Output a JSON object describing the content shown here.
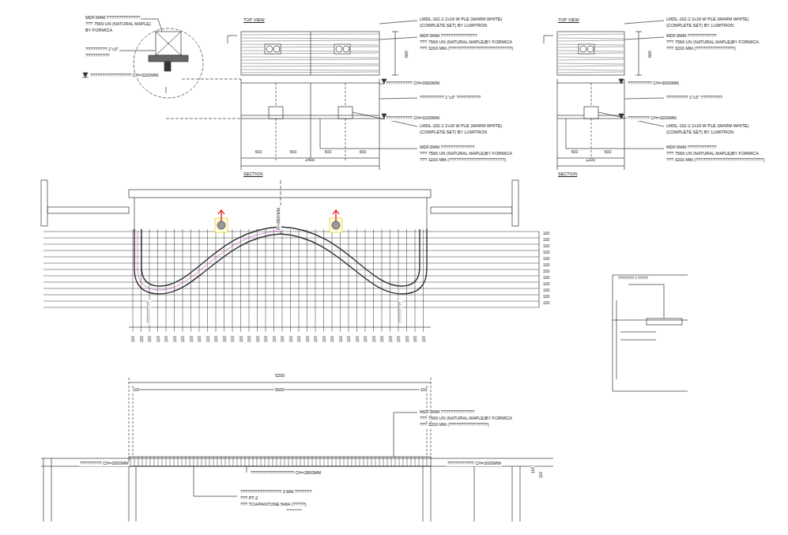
{
  "diagram": {
    "labels": [
      "MDF.9MM.??????????????",
      "??? 7569 UN (NATURAL MAPLE)",
      "BY FORMICA",
      "????????? 1\"x3\"",
      "??????????",
      "????????????????? CH=3200MM.",
      "TOP VIEW",
      "LMDL-162-2 2x16 W PLE (WARM WHITE)",
      "(COMPLETE SET) BY LUMITRON",
      "MDF.9MM.???????????????",
      "??? 7566 UN (NATURAL MAPLE)BY FORMICA",
      "??? 3200 MM.(??????????????????????????)",
      "600",
      "??????????? CH=3900MM.",
      "?????????? 1\"x3\" ??????????",
      "??????????? CH=3200MM.",
      "LMDL-162-2 2x16 W PLE (WARM WHITE)",
      "(COMPLETE SET) BY LUMITRON",
      "MDF.9MM.??????????????",
      "??? 7566 UN (NATURAL MAPLE)BY FORMICA",
      "??? 3200 MM.(???????????????????????)",
      "600",
      "600",
      "600",
      "600",
      "2400",
      "SECTION",
      "TOP VIEW",
      "LMDL-162-2 2x16 W PLE (WARM WHITE)",
      "(COMPLETE SET) BY LUMITRON",
      "MDF.9MM.????????????",
      "??? 7566 UN (NATURAL MAPLE)BY FORMICA",
      "??? 3200 MM.(????????????????)",
      "600",
      "?????????? CH=3900MM.",
      "????????? 1\"x3\" ?????????",
      "????????? CH=3200MM.",
      "LMDL-162-2 2x16 W PLE (WARM WHITE)",
      "(COMPLETE SET) BY LUMITRON",
      "MDF.9MM.????????????",
      "??? 7566 UN (NATURAL MAPLE)BY FORMICA",
      "??? 3200 MM.(????????????????????????????)",
      "600",
      "600",
      "1200",
      "SECTION",
      "R=2600MM.",
      "100",
      "100",
      "100",
      "100",
      "100",
      "100",
      "100",
      "100",
      "100",
      "100",
      "100",
      "100",
      "100",
      "100",
      "100",
      "100",
      "100",
      "100",
      "100",
      "100",
      "100",
      "100",
      "100",
      "100",
      "100",
      "100",
      "100",
      "100",
      "100",
      "100",
      "100",
      "100",
      "100",
      "100",
      "100",
      "100",
      "100",
      "100",
      "100",
      "100",
      "100",
      "100",
      "100",
      "100",
      "100",
      "100",
      "100",
      "100",
      "??????????",
      "??????????",
      "???????? ?-?????",
      "5200",
      "5000",
      "100",
      "100",
      "MDF.9MM.??????????????",
      "??? 7566 UN (NATURAL MAPLE)BY FORMICA",
      "??? 3200 MM.(????????????????)",
      "????????? CH=3000MM",
      "??????????? CH=3000MM",
      "?????????????????? CH=2800MM",
      "????????????????? 3 MM.???????",
      "??? PT-2",
      "??? TOA/PANTONE 5464 (?????)",
      "100",
      "100"
    ]
  }
}
